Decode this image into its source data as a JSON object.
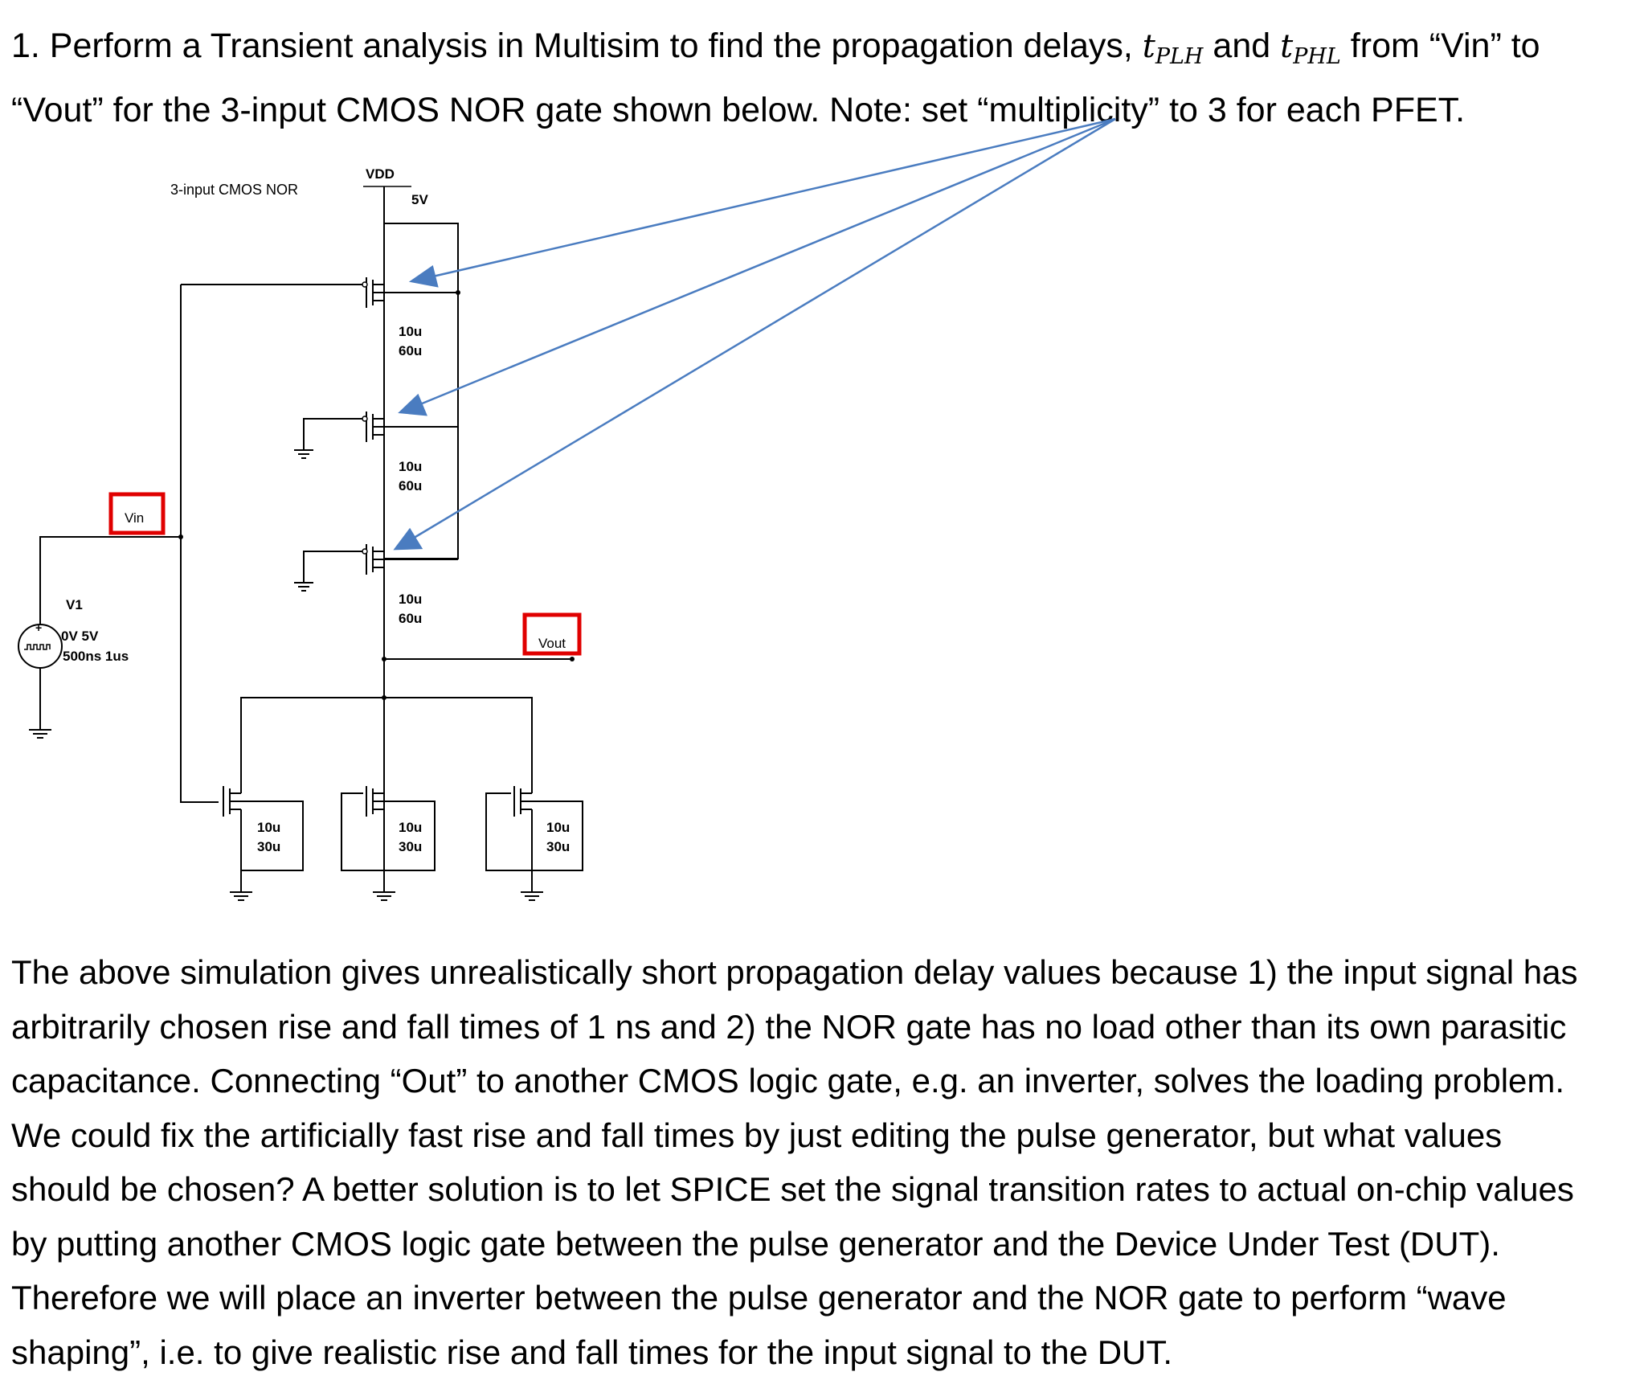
{
  "question": {
    "line1_prefix": "1. Perform a Transient analysis in Multisim to find the propagation delays, ",
    "tplh_main": "t",
    "tplh_sub": "PLH",
    "and_text": " and ",
    "tphl_main": "t",
    "tphl_sub": "PHL",
    "line1_suffix": " from “Vin” to",
    "line2": "“Vout” for the 3-input CMOS NOR gate shown below.  Note: set “multiplicity” to 3 for each PFET."
  },
  "schematic": {
    "title": "3-input CMOS NOR",
    "vdd_label": "VDD",
    "vdd_value": "5V",
    "source_name": "V1",
    "source_levels": "0V 5V",
    "source_timing": "500ns 1us",
    "vin_label": "Vin",
    "vout_label": "Vout",
    "pfet_sizes": [
      {
        "w": "10u",
        "l": "60u"
      },
      {
        "w": "10u",
        "l": "60u"
      },
      {
        "w": "10u",
        "l": "60u"
      }
    ],
    "nfet_sizes": [
      {
        "w": "10u",
        "l": "30u"
      },
      {
        "w": "10u",
        "l": "30u"
      },
      {
        "w": "10u",
        "l": "30u"
      }
    ],
    "highlight_color": "#e00000",
    "arrow_color": "#4a7cc0"
  },
  "paragraph": {
    "lines": [
      "The above simulation gives unrealistically short propagation delay values because 1) the input signal has",
      "arbitrarily chosen rise and fall times of 1 ns and 2) the NOR gate has no load other than its own parasitic",
      "capacitance.  Connecting “Out” to another CMOS logic gate, e.g. an inverter, solves the loading problem.",
      "We could fix the artificially fast rise and fall times by just editing the pulse generator, but what values",
      "should be chosen?  A better solution is to let SPICE set the signal transition rates to actual on-chip values",
      "by putting another CMOS logic gate between the pulse generator and the Device Under Test (DUT).",
      "Therefore we will place an inverter between the pulse generator and the NOR gate to perform “wave",
      "shaping”, i.e. to give realistic rise and fall times for the input signal to the DUT."
    ]
  }
}
